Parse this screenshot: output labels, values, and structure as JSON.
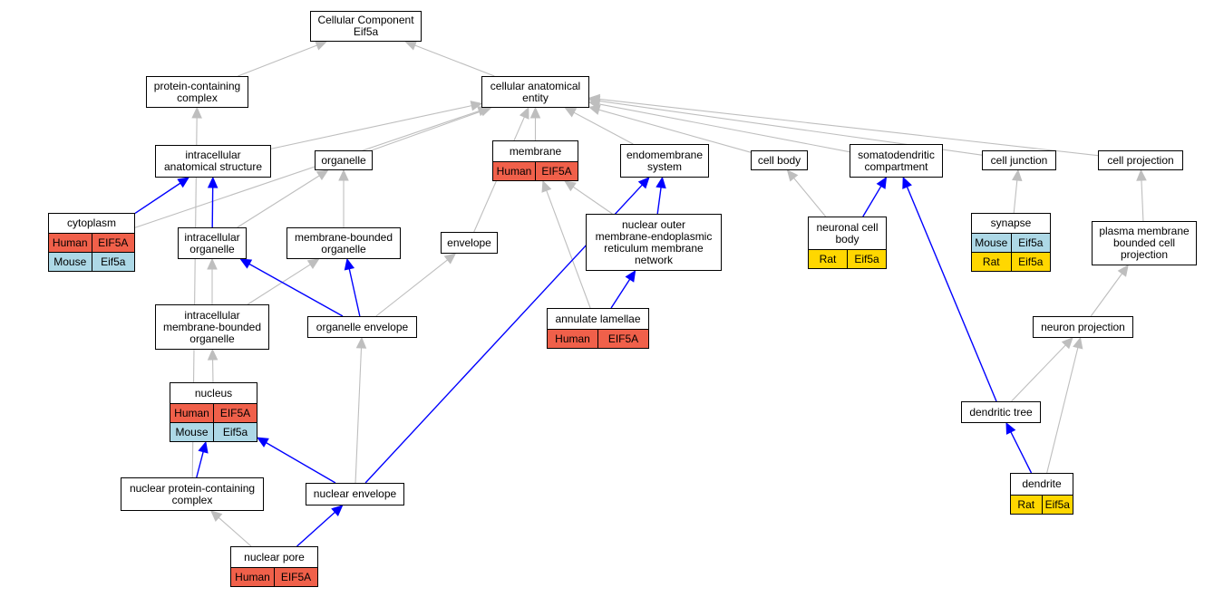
{
  "colors": {
    "Human": "#f0604a",
    "Mouse": "#add8e6",
    "Rat": "#ffd700",
    "edge_default": "#bebebe",
    "edge_highlight": "#0000ff"
  },
  "nodes": {
    "cc_eif5a": {
      "lines": [
        "Cellular Component",
        "Eif5a"
      ]
    },
    "prot_complex": {
      "lines": [
        "protein-containing",
        "complex"
      ]
    },
    "cell_anat": {
      "lines": [
        "cellular anatomical",
        "entity"
      ]
    },
    "intra_anat": {
      "lines": [
        "intracellular",
        "anatomical structure"
      ]
    },
    "organelle": {
      "lines": [
        "organelle"
      ]
    },
    "membrane": {
      "lines": [
        "membrane"
      ],
      "rows": [
        [
          "Human",
          "EIF5A"
        ]
      ]
    },
    "endomembrane": {
      "lines": [
        "endomembrane",
        "system"
      ]
    },
    "cell_body": {
      "lines": [
        "cell body"
      ]
    },
    "somatodendritic": {
      "lines": [
        "somatodendritic",
        "compartment"
      ]
    },
    "cell_junction": {
      "lines": [
        "cell junction"
      ]
    },
    "cell_projection": {
      "lines": [
        "cell projection"
      ]
    },
    "cytoplasm": {
      "lines": [
        "cytoplasm"
      ],
      "rows": [
        [
          "Human",
          "EIF5A"
        ],
        [
          "Mouse",
          "Eif5a"
        ]
      ]
    },
    "intra_organelle": {
      "lines": [
        "intracellular",
        "organelle"
      ]
    },
    "mb_organelle": {
      "lines": [
        "membrane-bounded",
        "organelle"
      ]
    },
    "envelope": {
      "lines": [
        "envelope"
      ]
    },
    "nuc_outer": {
      "lines": [
        "nuclear outer",
        "membrane-endoplasmic",
        "reticulum membrane",
        "network"
      ]
    },
    "neuronal_cb": {
      "lines": [
        "neuronal cell",
        "body"
      ],
      "rows": [
        [
          "Rat",
          "Eif5a"
        ]
      ]
    },
    "synapse": {
      "lines": [
        "synapse"
      ],
      "rows": [
        [
          "Mouse",
          "Eif5a"
        ],
        [
          "Rat",
          "Eif5a"
        ]
      ]
    },
    "plasma_mb": {
      "lines": [
        "plasma membrane",
        "bounded cell",
        "projection"
      ]
    },
    "intra_mb_org": {
      "lines": [
        "intracellular",
        "membrane-bounded",
        "organelle"
      ]
    },
    "org_envelope": {
      "lines": [
        "organelle envelope"
      ]
    },
    "annulate": {
      "lines": [
        "annulate lamellae"
      ],
      "rows": [
        [
          "Human",
          "EIF5A"
        ]
      ]
    },
    "neuron_proj": {
      "lines": [
        "neuron projection"
      ]
    },
    "nucleus": {
      "lines": [
        "nucleus"
      ],
      "rows": [
        [
          "Human",
          "EIF5A"
        ],
        [
          "Mouse",
          "Eif5a"
        ]
      ]
    },
    "dendritic_tree": {
      "lines": [
        "dendritic tree"
      ]
    },
    "nuc_prot_complex": {
      "lines": [
        "nuclear protein-containing",
        "complex"
      ]
    },
    "nuc_envelope": {
      "lines": [
        "nuclear envelope"
      ]
    },
    "dendrite": {
      "lines": [
        "dendrite"
      ],
      "rows": [
        [
          "Rat",
          "Eif5a"
        ]
      ]
    },
    "nuc_pore": {
      "lines": [
        "nuclear pore"
      ],
      "rows": [
        [
          "Human",
          "EIF5A"
        ]
      ]
    }
  },
  "edges": [
    {
      "from": "prot_complex",
      "to": "cc_eif5a",
      "style": "default"
    },
    {
      "from": "cell_anat",
      "to": "cc_eif5a",
      "style": "default"
    },
    {
      "from": "cytoplasm",
      "to": "cell_anat",
      "style": "default"
    },
    {
      "from": "intra_anat",
      "to": "cell_anat",
      "style": "default"
    },
    {
      "from": "organelle",
      "to": "cell_anat",
      "style": "default"
    },
    {
      "from": "envelope",
      "to": "cell_anat",
      "style": "default"
    },
    {
      "from": "membrane",
      "to": "cell_anat",
      "style": "default"
    },
    {
      "from": "endomembrane",
      "to": "cell_anat",
      "style": "default"
    },
    {
      "from": "cell_body",
      "to": "cell_anat",
      "style": "default"
    },
    {
      "from": "somatodendritic",
      "to": "cell_anat",
      "style": "default"
    },
    {
      "from": "cell_junction",
      "to": "cell_anat",
      "style": "default"
    },
    {
      "from": "cell_projection",
      "to": "cell_anat",
      "style": "default"
    },
    {
      "from": "cytoplasm",
      "to": "intra_anat",
      "style": "highlight"
    },
    {
      "from": "intra_organelle",
      "to": "intra_anat",
      "style": "highlight"
    },
    {
      "from": "intra_organelle",
      "to": "organelle",
      "style": "default"
    },
    {
      "from": "mb_organelle",
      "to": "organelle",
      "style": "default"
    },
    {
      "from": "intra_mb_org",
      "to": "intra_organelle",
      "style": "default"
    },
    {
      "from": "intra_mb_org",
      "to": "mb_organelle",
      "style": "default"
    },
    {
      "from": "org_envelope",
      "to": "intra_organelle",
      "style": "highlight"
    },
    {
      "from": "org_envelope",
      "to": "mb_organelle",
      "style": "highlight"
    },
    {
      "from": "org_envelope",
      "to": "envelope",
      "style": "default"
    },
    {
      "from": "nuc_outer",
      "to": "membrane",
      "style": "default"
    },
    {
      "from": "nuc_outer",
      "to": "endomembrane",
      "style": "highlight"
    },
    {
      "from": "annulate",
      "to": "membrane",
      "style": "default"
    },
    {
      "from": "annulate",
      "to": "nuc_outer",
      "style": "highlight"
    },
    {
      "from": "nucleus",
      "to": "intra_mb_org",
      "style": "default"
    },
    {
      "from": "nuc_envelope",
      "to": "nucleus",
      "style": "highlight"
    },
    {
      "from": "nuc_envelope",
      "to": "org_envelope",
      "style": "default"
    },
    {
      "from": "nuc_envelope",
      "to": "endomembrane",
      "style": "highlight"
    },
    {
      "from": "nuc_prot_complex",
      "to": "nucleus",
      "style": "highlight"
    },
    {
      "from": "nuc_prot_complex",
      "to": "prot_complex",
      "style": "default"
    },
    {
      "from": "nuc_pore",
      "to": "nuc_prot_complex",
      "style": "default"
    },
    {
      "from": "nuc_pore",
      "to": "nuc_envelope",
      "style": "highlight"
    },
    {
      "from": "neuronal_cb",
      "to": "cell_body",
      "style": "default"
    },
    {
      "from": "neuronal_cb",
      "to": "somatodendritic",
      "style": "highlight"
    },
    {
      "from": "synapse",
      "to": "cell_junction",
      "style": "default"
    },
    {
      "from": "plasma_mb",
      "to": "cell_projection",
      "style": "default"
    },
    {
      "from": "neuron_proj",
      "to": "plasma_mb",
      "style": "default"
    },
    {
      "from": "dendritic_tree",
      "to": "somatodendritic",
      "style": "highlight"
    },
    {
      "from": "dendritic_tree",
      "to": "neuron_proj",
      "style": "default"
    },
    {
      "from": "dendrite",
      "to": "dendritic_tree",
      "style": "highlight"
    },
    {
      "from": "dendrite",
      "to": "neuron_proj",
      "style": "default"
    }
  ]
}
